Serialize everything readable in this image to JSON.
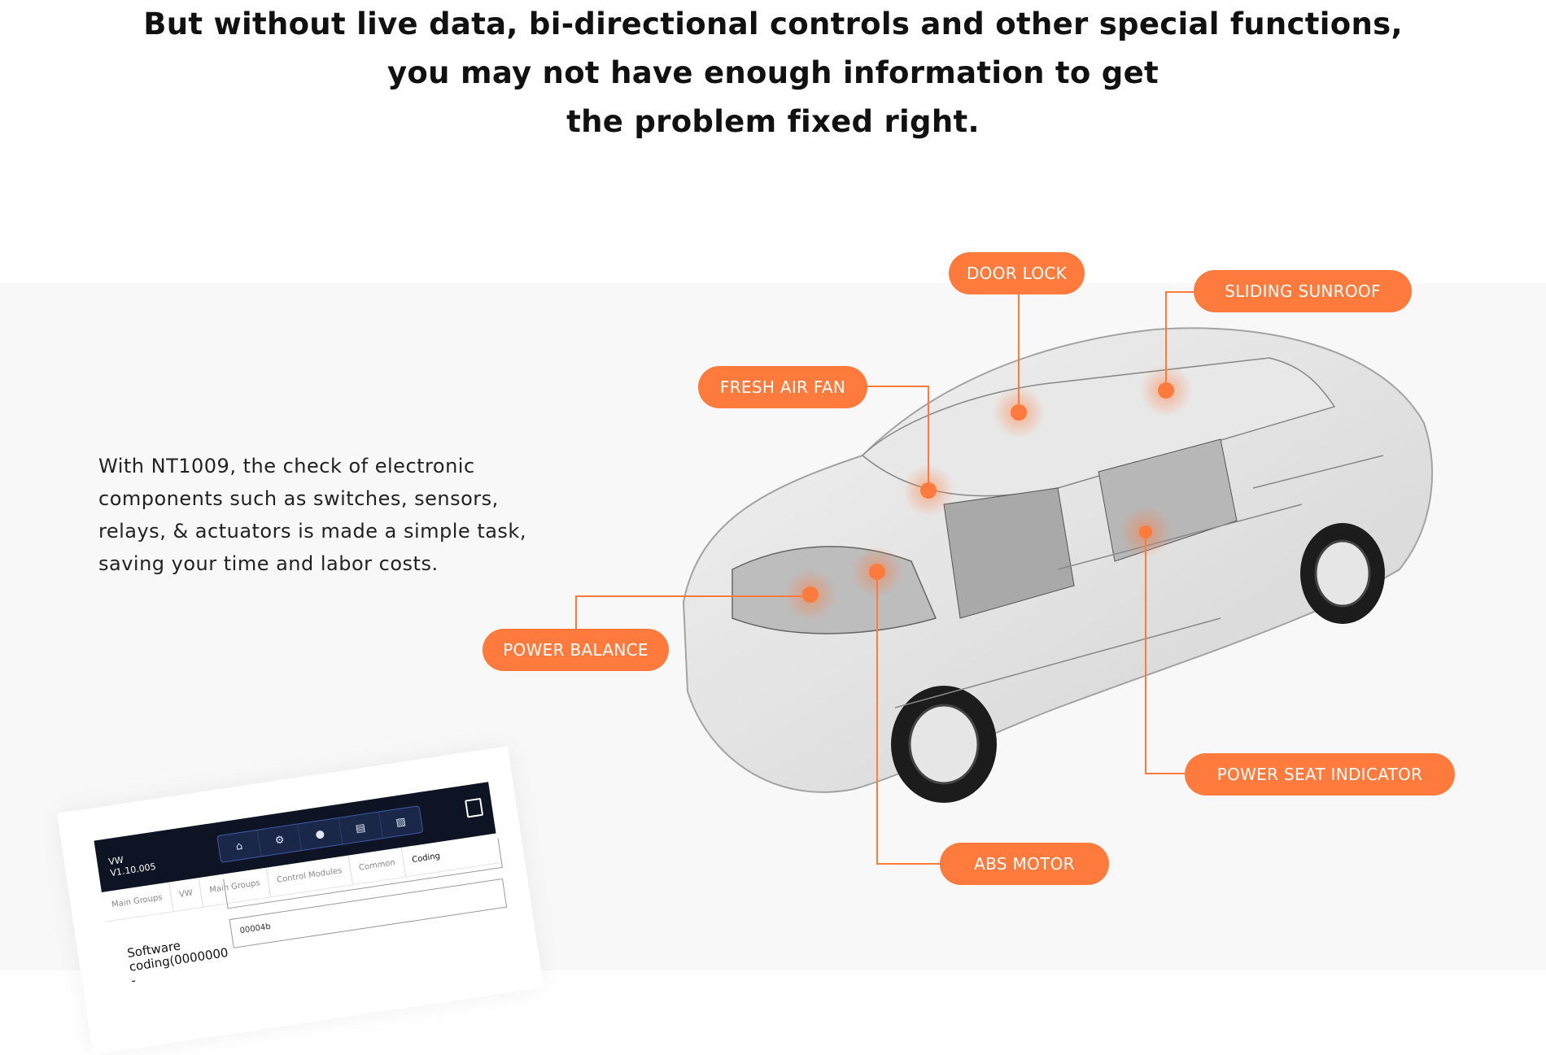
{
  "headline": {
    "lines": [
      "But without live data, bi-directional controls and other special functions,",
      "you may not have enough information to get",
      "the problem fixed right."
    ]
  },
  "description": {
    "lines": [
      "With NT1009, the check of electronic",
      "components such as switches, sensors,",
      "relays, & actuators is made a simple task,",
      "saving your time and labor costs."
    ]
  },
  "callouts": {
    "door_lock": "DOOR LOCK",
    "sliding_sunroof": "SLIDING SUNROOF",
    "fresh_air_fan": "FRESH AIR FAN",
    "power_balance": "POWER BALANCE",
    "power_seat_indicator": "POWER SEAT INDICATOR",
    "abs_motor": "ABS MOTOR"
  },
  "tablet": {
    "brand": "VW",
    "version": "V1.10.005",
    "breadcrumbs": [
      "Main Groups",
      "VW",
      "Main Groups",
      "Control Modules",
      "Common",
      "Coding"
    ],
    "field_label": "Software coding(0000000 -",
    "field_value": "00004b"
  },
  "colors": {
    "accent": "#ff7a3d",
    "section_bg": "#f8f8f8",
    "tablet_header": "#0f1424"
  }
}
